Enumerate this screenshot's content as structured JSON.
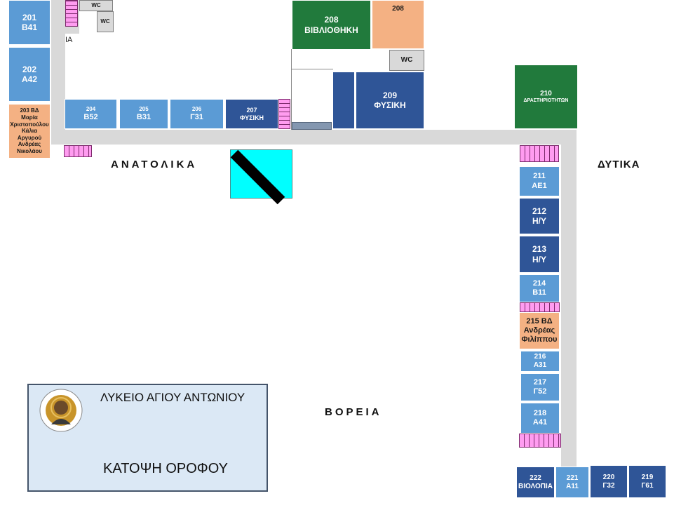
{
  "rooms": {
    "r201": {
      "num": "201",
      "cls": "Β41"
    },
    "r202": {
      "num": "202",
      "cls": "Α42"
    },
    "r203": {
      "l1": "203 ΒΔ",
      "l2": "Μαρία",
      "l3": "Χριστοπούλου",
      "l4": "Κάλια Αργυρού",
      "l5": "Ανδρέας",
      "l6": "Νικολάου"
    },
    "r204": {
      "num": "204",
      "cls": "Β52"
    },
    "r205": {
      "num": "205",
      "cls": "Β31"
    },
    "r206": {
      "num": "206",
      "cls": "Γ31"
    },
    "r207": {
      "num": "207",
      "cls": "ΦΥΣΙΚΗ"
    },
    "r208a": {
      "num": "208",
      "cls": "ΒΙΒΛΙΟΘΗΚΗ"
    },
    "r208b": {
      "num": "208"
    },
    "r209": {
      "num": "209",
      "cls": "ΦΥΣΙΚΗ"
    },
    "r210": {
      "num": "210",
      "cls": "ΔΡΑΣΤΗΡΙΟΤΗΤΩΝ"
    },
    "r211": {
      "num": "211",
      "cls": "ΑΕ1"
    },
    "r212": {
      "num": "212",
      "cls": "Η/Υ"
    },
    "r213": {
      "num": "213",
      "cls": "Η/Υ"
    },
    "r214": {
      "num": "214",
      "cls": "Β11"
    },
    "r215": {
      "l1": "215 ΒΔ",
      "l2": "Ανδρέας",
      "l3": "Φιλίππου"
    },
    "r216": {
      "num": "216",
      "cls": "Α31"
    },
    "r217": {
      "num": "217",
      "cls": "Γ52"
    },
    "r218": {
      "num": "218",
      "cls": "Α41"
    },
    "r219": {
      "num": "219",
      "cls": "Γ61"
    },
    "r220": {
      "num": "220",
      "cls": "Γ32"
    },
    "r221": {
      "num": "221",
      "cls": "Α11"
    },
    "r222": {
      "num": "222",
      "cls": "ΒΙΟΛΟΠΙΑ"
    }
  },
  "wc": {
    "label": "WC"
  },
  "fragment": "ΙΑ",
  "compass": {
    "east": "ΑΝΑΤΟΛΙΚΑ",
    "west": "ΔΥΤΙΚΑ",
    "north": "ΒΟΡΕΙΑ"
  },
  "legend": {
    "school": "ΛΥΚΕΙΟ ΑΓΙΟΥ ΑΝΤΩΝΙΟΥ",
    "plan": "ΚΑΤΟΨΗ ΟΡΟΦΟΥ"
  },
  "colors": {
    "light_blue": "#5b9bd5",
    "dark_blue": "#2f5597",
    "green": "#217a3c",
    "peach": "#f4b183",
    "stairs": "#ff9cf0",
    "cyan": "#00ffff",
    "corridor": "#d9d9d9"
  }
}
